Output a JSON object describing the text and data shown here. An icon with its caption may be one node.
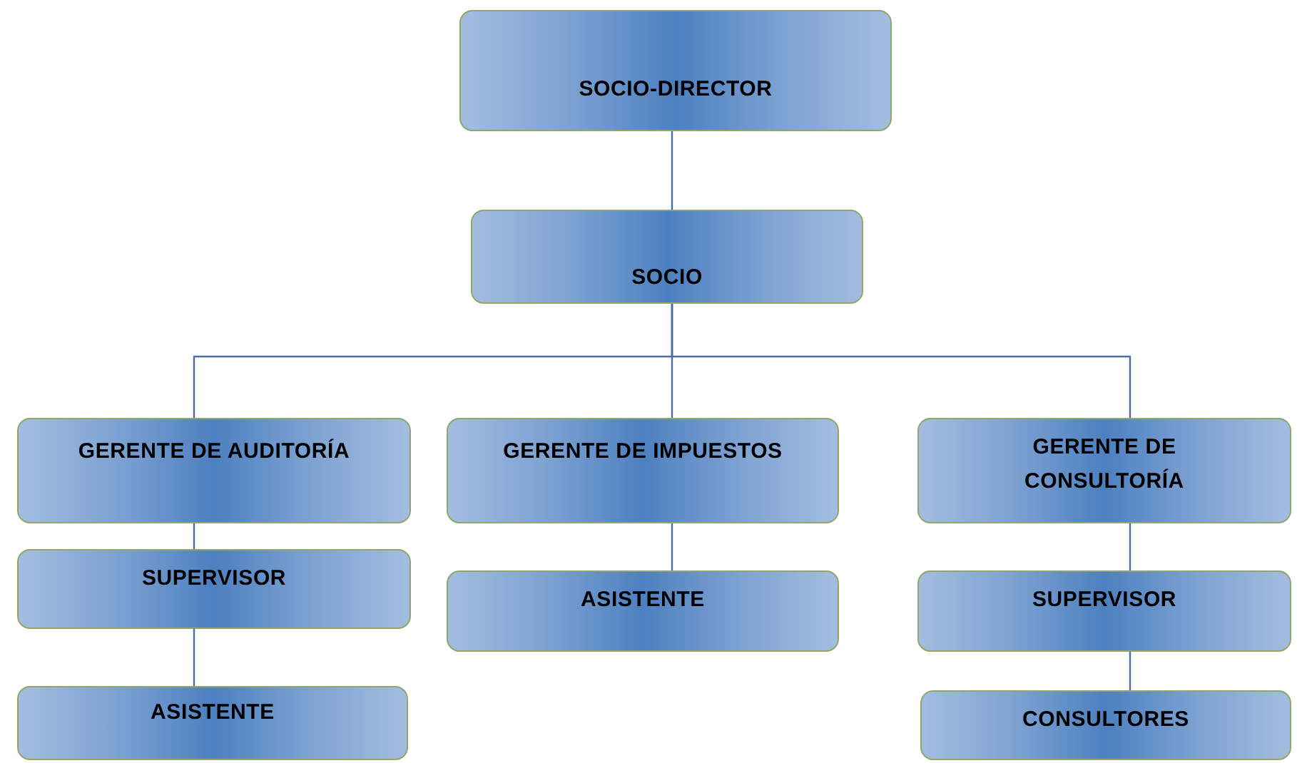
{
  "diagram": {
    "nodes": [
      {
        "text": [
          "SOCIO-DIRECTOR"
        ]
      },
      {
        "text": [
          "SOCIO"
        ]
      },
      {
        "text": [
          "GERENTE DE AUDITORÍA"
        ]
      },
      {
        "text": [
          "GERENTE DE IMPUESTOS"
        ]
      },
      {
        "text": [
          "GERENTE DE CONSULTORÍA"
        ]
      },
      {
        "text": [
          "SUPERVISOR"
        ]
      },
      {
        "text": [
          "ASISTENTE"
        ]
      },
      {
        "text": [
          "SUPERVISOR"
        ]
      },
      {
        "text": [
          "ASISTENTE"
        ]
      },
      {
        "text": [
          "CONSULTORES"
        ]
      }
    ],
    "edges": [
      {
        "from": 0,
        "to": 1,
        "arrow": "none"
      },
      {
        "from": 1,
        "to": 2,
        "arrow": "none"
      },
      {
        "from": 1,
        "to": 3,
        "arrow": "none"
      },
      {
        "from": 1,
        "to": 4,
        "arrow": "none"
      },
      {
        "from": 2,
        "to": 5,
        "arrow": "none"
      },
      {
        "from": 5,
        "to": 8,
        "arrow": "none"
      },
      {
        "from": 3,
        "to": 6,
        "arrow": "none"
      },
      {
        "from": 4,
        "to": 7,
        "arrow": "none"
      },
      {
        "from": 7,
        "to": 9,
        "arrow": "none"
      }
    ]
  }
}
